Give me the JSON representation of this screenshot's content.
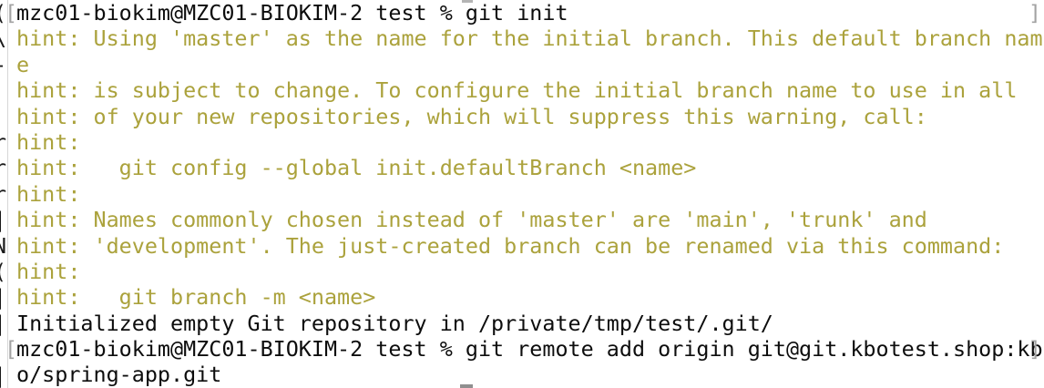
{
  "terminal": {
    "columns": 80,
    "colors": {
      "background": "#ffffff",
      "command_text": "#0d0d0d",
      "hint_text": "#aba23c",
      "mark_bracket": "#a3a3a3",
      "cursor": "#8f8f8f"
    },
    "lines": [
      {
        "type": "command",
        "left_mark": "[",
        "right_mark": "]",
        "text": "mzc01-biokim@MZC01-BIOKIM-2 test % git init"
      },
      {
        "type": "hint",
        "text": "hint: Using 'master' as the name for the initial branch. This default branch nam"
      },
      {
        "type": "hint",
        "text": "e"
      },
      {
        "type": "hint",
        "text": "hint: is subject to change. To configure the initial branch name to use in all"
      },
      {
        "type": "hint",
        "text": "hint: of your new repositories, which will suppress this warning, call:"
      },
      {
        "type": "hint",
        "text": "hint:"
      },
      {
        "type": "hint",
        "text": "hint:   git config --global init.defaultBranch <name>"
      },
      {
        "type": "hint",
        "text": "hint:"
      },
      {
        "type": "hint",
        "text": "hint: Names commonly chosen instead of 'master' are 'main', 'trunk' and"
      },
      {
        "type": "hint",
        "text": "hint: 'development'. The just-created branch can be renamed via this command:"
      },
      {
        "type": "hint",
        "text": "hint:"
      },
      {
        "type": "hint",
        "text": "hint:   git branch -m <name>"
      },
      {
        "type": "output",
        "text": "Initialized empty Git repository in /private/tmp/test/.git/"
      },
      {
        "type": "command",
        "left_mark": "[",
        "right_mark": "]",
        "text": "mzc01-biokim@MZC01-BIOKIM-2 test % git remote add origin git@git.kbotest.shop:kb"
      },
      {
        "type": "command",
        "text": "o/spring-app.git"
      }
    ],
    "edge_fragments": [
      "(",
      "\\",
      "-",
      "",
      "",
      "r",
      "r",
      "r",
      "|",
      "N",
      "(",
      "|",
      "|",
      "",
      "|"
    ]
  }
}
